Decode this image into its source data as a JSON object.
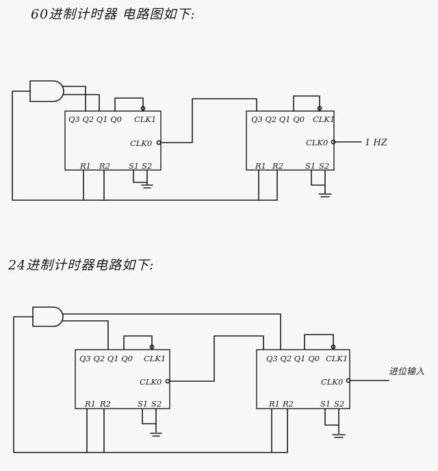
{
  "titles": {
    "counter60": "60进制计时器 电路图如下:",
    "counter24": "24进制计时器电路如下:"
  },
  "labels": {
    "q_high_60": "Q3 Q2 Q1 Q0",
    "q_high_24": "Q3 Q2 Q1 Q0",
    "q_low_24": "Q3 Q2 Q1 Q0",
    "q_low_60": "Q3 Q2 Q1 Q0",
    "clk1": "CLK1",
    "clk0": "CLK0",
    "r1": "R1",
    "r2": "R2",
    "s1": "S1",
    "s2": "S2",
    "input_1hz": "1 HZ",
    "carry_input": "进位输入"
  }
}
